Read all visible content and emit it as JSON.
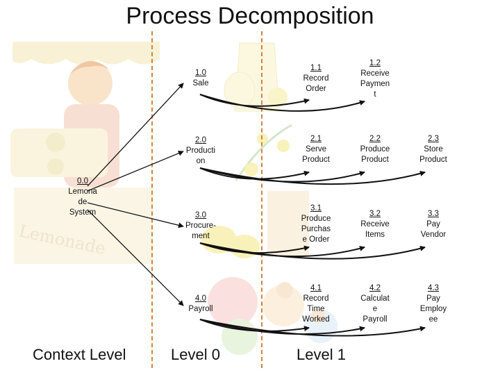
{
  "title": "Process Decomposition",
  "levels": {
    "context": "Context Level",
    "level0": "Level 0",
    "level1": "Level 1"
  },
  "nodes": {
    "n0_0": {
      "num": "0.0",
      "label": "Lemona\nde\nSystem"
    },
    "n1_0": {
      "num": "1.0",
      "label": "Sale"
    },
    "n2_0": {
      "num": "2.0",
      "label": "Producti\non"
    },
    "n3_0": {
      "num": "3.0",
      "label": "Procure-\nment"
    },
    "n4_0": {
      "num": "4.0",
      "label": "Payroll"
    },
    "n1_1": {
      "num": "1.1",
      "label": "Record\nOrder"
    },
    "n1_2": {
      "num": "1.2",
      "label": "Receive\nPaymen\nt"
    },
    "n2_1": {
      "num": "2.1",
      "label": "Serve\nProduct"
    },
    "n2_2": {
      "num": "2.2",
      "label": "Produce\nProduct"
    },
    "n2_3": {
      "num": "2.3",
      "label": "Store\nProduct"
    },
    "n3_1": {
      "num": "3.1",
      "label": "Produce\nPurchas\ne Order"
    },
    "n3_2": {
      "num": "3.2",
      "label": "Receive\nItems"
    },
    "n3_3": {
      "num": "3.3",
      "label": "Pay\nVendor"
    },
    "n4_1": {
      "num": "4.1",
      "label": "Record\nTime\nWorked"
    },
    "n4_2": {
      "num": "4.2",
      "label": "Calculat\ne\nPayroll"
    },
    "n4_3": {
      "num": "4.3",
      "label": "Pay\nEmploy\nee"
    }
  },
  "colors": {
    "divider": "#d4823a",
    "arrow": "#111111",
    "watermark": "#ead9a8"
  }
}
